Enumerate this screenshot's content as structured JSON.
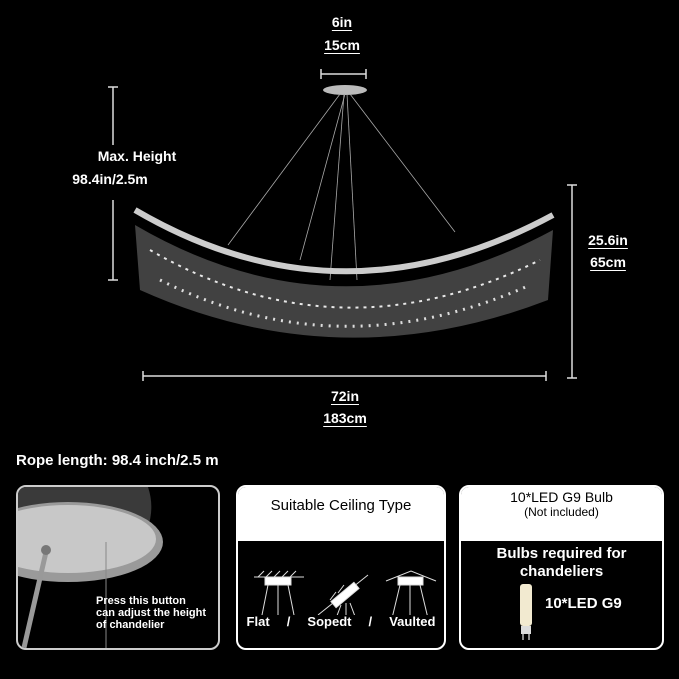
{
  "dimensions": {
    "canopy_in": "6in",
    "canopy_cm": "15cm",
    "max_height_label": "Max. Height",
    "max_height_value": "98.4in/2.5m",
    "height_in": "25.6in",
    "height_cm": "65cm",
    "width_in": "72in",
    "width_cm": "183cm"
  },
  "rope_length": "Rope length: 98.4 inch/2.5 m",
  "panels": {
    "button": {
      "caption": [
        "Press this button",
        "can adjust the height",
        "of chandelier"
      ]
    },
    "ceiling": {
      "title": "Suitable Ceiling Type",
      "types": [
        "Flat",
        "Sopedt",
        "Vaulted"
      ],
      "separator": "/"
    },
    "bulb": {
      "title": "10*LED G9 Bulb",
      "subtitle": "(Not included)",
      "required": "Bulbs required for chandeliers",
      "bulb_label": "10*LED G9"
    }
  }
}
